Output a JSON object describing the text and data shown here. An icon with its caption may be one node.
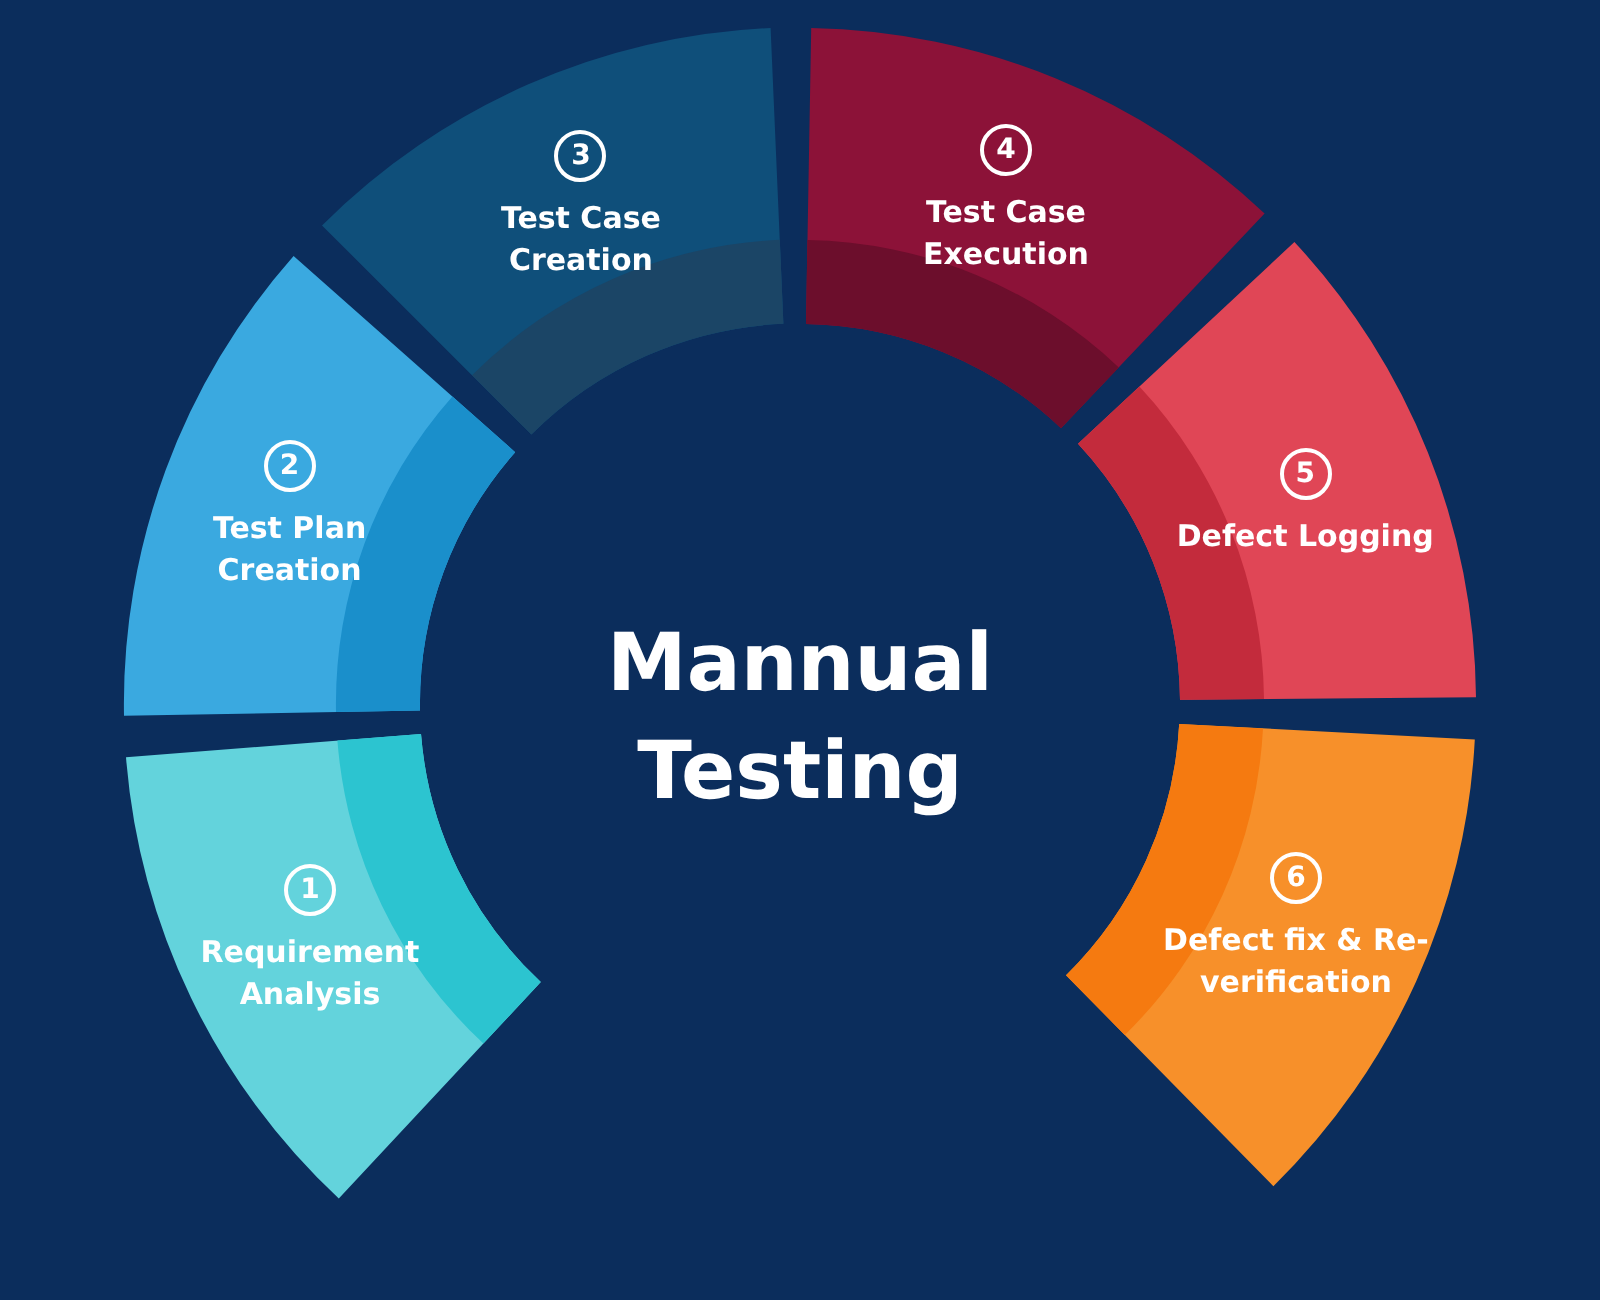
{
  "diagram": {
    "title": "Mannual Testing",
    "nodes": [
      {
        "text": [
          "1",
          "Requirement Analysis"
        ]
      },
      {
        "text": [
          "2",
          "Test Plan Creation"
        ]
      },
      {
        "text": [
          "3",
          "Test Case Creation"
        ]
      },
      {
        "text": [
          "4",
          "Test Case Execution"
        ]
      },
      {
        "text": [
          "5",
          "Defect Logging"
        ]
      },
      {
        "text": [
          "6",
          "Defect fix & Re-verification"
        ]
      }
    ]
  }
}
